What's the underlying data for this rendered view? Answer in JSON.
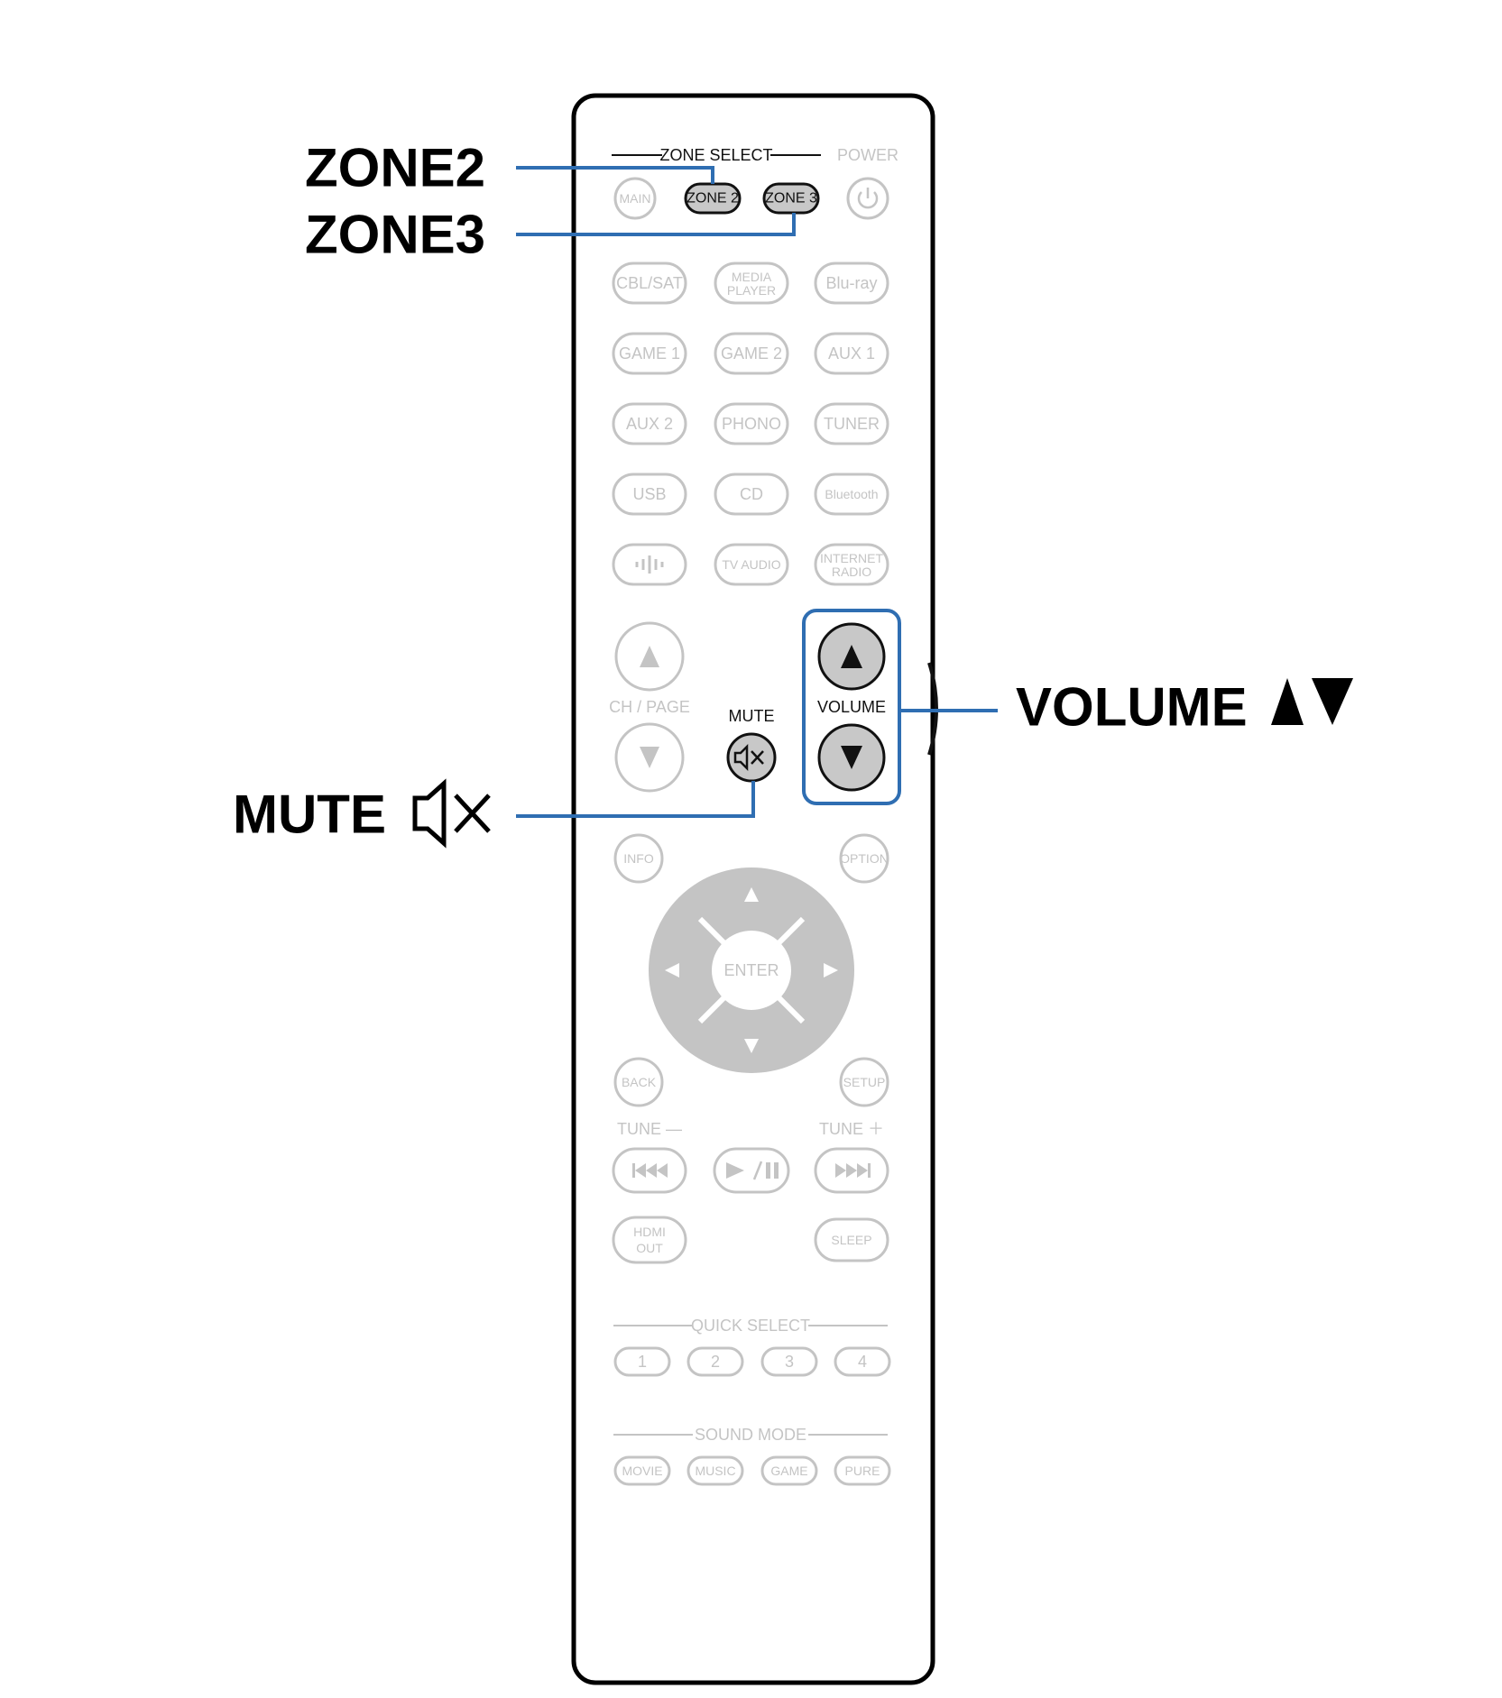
{
  "remote": {
    "zone_select_label": "ZONE SELECT",
    "power_label": "POWER",
    "zone_buttons": [
      "MAIN",
      "ZONE 2",
      "ZONE 3"
    ],
    "source_rows": [
      [
        "CBL/SAT",
        "MEDIA PLAYER",
        "Blu-ray"
      ],
      [
        "GAME 1",
        "GAME 2",
        "AUX 1"
      ],
      [
        "AUX 2",
        "PHONO",
        "TUNER"
      ],
      [
        "USB",
        "CD",
        "Bluetooth"
      ],
      [
        "",
        "TV AUDIO",
        "INTERNET RADIO"
      ]
    ],
    "ch_page_label": "CH / PAGE",
    "mute_label": "MUTE",
    "volume_label": "VOLUME",
    "info_label": "INFO",
    "option_label": "OPTION",
    "enter_label": "ENTER",
    "back_label": "BACK",
    "setup_label": "SETUP",
    "tune_minus_label": "TUNE —",
    "tune_plus_label": "TUNE ＋",
    "hdmi_out_label": "HDMI OUT",
    "sleep_label": "SLEEP",
    "quick_select_label": "QUICK SELECT",
    "quick_select_buttons": [
      "1",
      "2",
      "3",
      "4"
    ],
    "sound_mode_label": "SOUND MODE",
    "sound_mode_buttons": [
      "MOVIE",
      "MUSIC",
      "GAME",
      "PURE"
    ]
  },
  "callouts": {
    "zone2": "ZONE2",
    "zone3": "ZONE3",
    "mute": "MUTE",
    "volume": "VOLUME"
  },
  "colors": {
    "highlight": "#2f6eb2",
    "inactive": "#c4c4c4",
    "active_button": "#c8c8c8"
  }
}
